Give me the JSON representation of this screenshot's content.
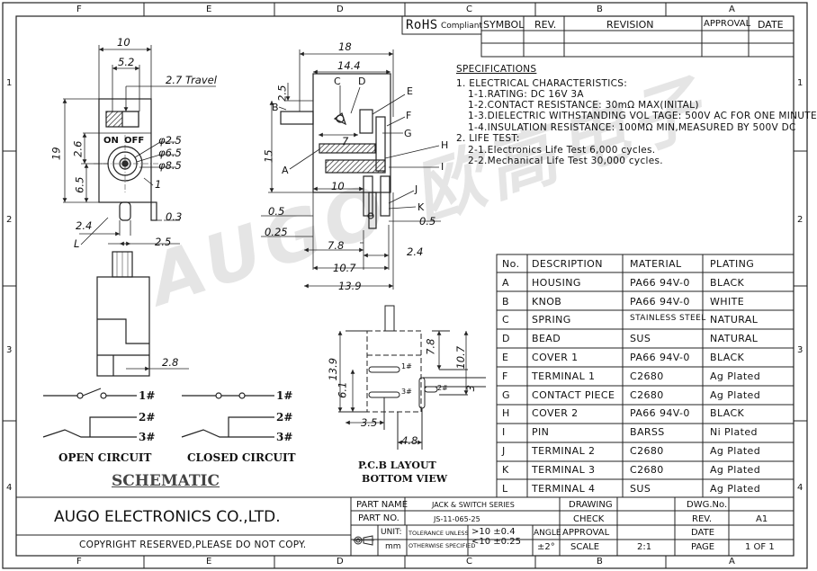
{
  "grid": {
    "top_cols": [
      "F",
      "E",
      "D",
      "C",
      "B",
      "A"
    ],
    "side_rows": [
      "1",
      "2",
      "3",
      "4"
    ]
  },
  "rohs": {
    "label": "RoHS",
    "sub": "Compliant"
  },
  "revision_header": {
    "symbol": "SYMBOL",
    "rev": "REV.",
    "revision": "REVISION",
    "approval": "APPROVAL",
    "date": "DATE"
  },
  "specs": {
    "title": "SPECIFICATIONS",
    "lines": [
      "1. ELECTRICAL CHARACTERISTICS:",
      "1-1.RATING: DC 16V 3A",
      "1-2.CONTACT RESISTANCE: 30mΩ MAX(INITAL)",
      "1-3.DIELECTRIC WITHSTANDING VOL TAGE: 500V AC FOR ONE MINUTE",
      "1-4.INSULATION RESISTANCE: 100MΩ MIN,MEASURED BY 500V DC",
      "2. LIFE TEST:",
      "2-1.Electronics Life Test 6,000 cycles.",
      "2-2.Mechanical Life Test 30,000 cycles."
    ]
  },
  "parts_table": {
    "headers": [
      "No.",
      "DESCRIPTION",
      "MATERIAL",
      "PLATING"
    ],
    "rows": [
      [
        "A",
        "HOUSING",
        "PA66 94V-0",
        "BLACK"
      ],
      [
        "B",
        "KNOB",
        "PA66 94V-0",
        "WHITE"
      ],
      [
        "C",
        "SPRING",
        "STAINLESS STEEL",
        "NATURAL"
      ],
      [
        "D",
        "BEAD",
        "SUS",
        "NATURAL"
      ],
      [
        "E",
        "COVER 1",
        "PA66 94V-0",
        "BLACK"
      ],
      [
        "F",
        "TERMINAL 1",
        "C2680",
        "Ag Plated"
      ],
      [
        "G",
        "CONTACT PIECE",
        "C2680",
        "Ag Plated"
      ],
      [
        "H",
        "COVER 2",
        "PA66 94V-0",
        "BLACK"
      ],
      [
        "I",
        "PIN",
        "BARSS",
        "Ni Plated"
      ],
      [
        "J",
        "TERMINAL 2",
        "C2680",
        "Ag Plated"
      ],
      [
        "K",
        "TERMINAL 3",
        "C2680",
        "Ag Plated"
      ],
      [
        "L",
        "TERMINAL 4",
        "SUS",
        "Ag Plated"
      ]
    ]
  },
  "watermark": "AUGO 欧高电子",
  "dims_left": {
    "w10": "10",
    "w52": "5.2",
    "travel": "2.7 Travel",
    "h19": "19",
    "h26": "2.6",
    "h65": "6.5",
    "d25": "φ2.5",
    "d65": "φ6.5",
    "d85": "φ8.5",
    "n1": "1",
    "d24": "2.4",
    "d03": "0.3",
    "lL": "L",
    "d25b": "2.5",
    "d28": "2.8",
    "on": "ON",
    "off": "OFF"
  },
  "dims_mid": {
    "w18": "18",
    "w144": "14.4",
    "h25": "2.5",
    "h15": "15",
    "w7": "7",
    "w10": "10",
    "d05": "0.5",
    "d05b": "0.5",
    "d025": "0.25",
    "d78": "7.8",
    "d24": "2.4",
    "d107": "10.7",
    "d139": "13.9",
    "A": "A",
    "B": "B",
    "C": "C",
    "D": "D",
    "E": "E",
    "F": "F",
    "G": "G",
    "H": "H",
    "I": "I",
    "J": "J",
    "K": "K"
  },
  "dims_pcb": {
    "h139": "13.9",
    "h61": "6.1",
    "h78": "7.8",
    "h107": "10.7",
    "w35": "3.5",
    "w48": "4.8",
    "n3": "3",
    "p1": "1#",
    "p2": "2#",
    "p3": "3#",
    "title1": "P.C.B LAYOUT",
    "title2": "BOTTOM VIEW"
  },
  "schematic": {
    "p1": "1#",
    "p2": "2#",
    "p3": "3#",
    "open": "OPEN CIRCUIT",
    "closed": "CLOSED CIRCUIT",
    "title": "SCHEMATIC"
  },
  "title_block": {
    "company": "AUGO ELECTRONICS CO.,LTD.",
    "copyright": "COPYRIGHT RESERVED,PLEASE DO NOT COPY.",
    "part_name_label": "PART NAME",
    "part_name": "JACK & SWITCH SERIES",
    "part_no_label": "PART NO.",
    "part_no": "JS-11-065-25",
    "unit_label": "UNIT:",
    "unit": "mm",
    "tol1": "TOLERANCE UNLESS",
    "tol2": "OTHERWISE SPECIFIED",
    "tol_a": ">10 ±0.4",
    "tol_b": "<10 ±0.25",
    "angle": "ANGLE",
    "angle_val": "±2°",
    "drawing": "DRAWING",
    "check": "CHECK",
    "approval": "APPROVAL",
    "scale": "SCALE",
    "scale_val": "2:1",
    "dwg_no": "DWG.No.",
    "rev": "REV.",
    "rev_val": "A1",
    "date": "DATE",
    "page": "PAGE",
    "page_val": "1 OF 1"
  }
}
